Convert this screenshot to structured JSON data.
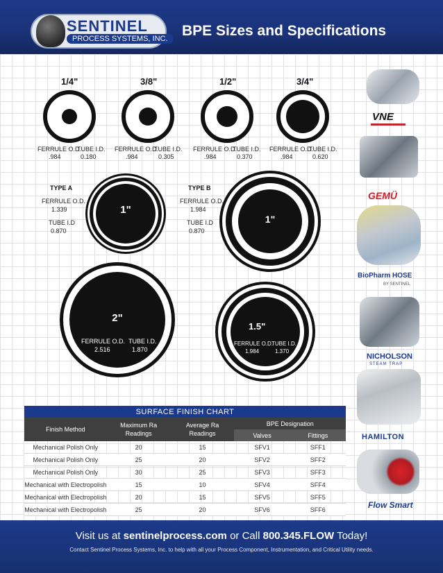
{
  "header": {
    "logo_name": "SENTINEL",
    "logo_sub": "PROCESS SYSTEMS, INC.",
    "title": "BPE Sizes and Specifications"
  },
  "small_sizes": [
    {
      "size": "1/4\"",
      "ferrule_label": "FERRULE O.D.",
      "ferrule_value": ".984",
      "tube_label": "TUBE I.D.",
      "tube_value": "0.180"
    },
    {
      "size": "3/8\"",
      "ferrule_label": "FERRULE O.D.",
      "ferrule_value": ".984",
      "tube_label": "TUBE I.D.",
      "tube_value": "0.305"
    },
    {
      "size": "1/2\"",
      "ferrule_label": "FERRULE O.D.",
      "ferrule_value": ".984",
      "tube_label": "TUBE I.D.",
      "tube_value": "0.370"
    },
    {
      "size": "3/4\"",
      "ferrule_label": "FERRULE O.D.",
      "ferrule_value": ".984",
      "tube_label": "TUBE I.D.",
      "tube_value": "0.620"
    }
  ],
  "type_a": {
    "type": "TYPE A",
    "ferrule_label": "FERRULE O.D.",
    "ferrule_value": "1.339",
    "tube_label": "TUBE I.D",
    "tube_value": "0.870",
    "size": "1\""
  },
  "type_b": {
    "type": "TYPE B",
    "ferrule_label": "FERRULE O.D.",
    "ferrule_value": "1.984",
    "tube_label": "TUBE I.D",
    "tube_value": "0.870",
    "size": "1\""
  },
  "size_2": {
    "size": "2\"",
    "ferrule_label": "FERRULE O.D.",
    "ferrule_value": "2.516",
    "tube_label": "TUBE I.D.",
    "tube_value": "1.870"
  },
  "size_15": {
    "size": "1.5\"",
    "ferrule_label": "FERRULE O.D.",
    "ferrule_value": "1.984",
    "tube_label": "TUBE I.D.",
    "tube_value": "1.370"
  },
  "brands": {
    "vne": "VNE",
    "gemu": "GEMÜ",
    "biopharm": "BioPharm HOSE",
    "biopharm_sub": "BY SENTINEL",
    "nicholson": "NICHOLSON",
    "nicholson_sub": "STEAM TRAP",
    "hamilton": "HAMILTON",
    "flowsmart": "Flow Smart"
  },
  "table": {
    "caption": "SURFACE FINISH CHART",
    "headers": {
      "finish_method": "Finish Method",
      "max_ra": "Maximum Ra Readings",
      "avg_ra": "Average Ra Readings",
      "bpe": "BPE Designation",
      "valves": "Valves",
      "fittings": "Fittings"
    },
    "rows": [
      {
        "method": "Mechanical Polish Only",
        "max": "20",
        "avg": "15",
        "valves": "SFV1",
        "fittings": "SFF1"
      },
      {
        "method": "Mechanical Polish Only",
        "max": "25",
        "avg": "20",
        "valves": "SFV2",
        "fittings": "SFF2"
      },
      {
        "method": "Mechanical Polish Only",
        "max": "30",
        "avg": "25",
        "valves": "SFV3",
        "fittings": "SFF3"
      },
      {
        "method": "Mechanical with Electropolish",
        "max": "15",
        "avg": "10",
        "valves": "SFV4",
        "fittings": "SFF4"
      },
      {
        "method": "Mechanical with Electropolish",
        "max": "20",
        "avg": "15",
        "valves": "SFV5",
        "fittings": "SFF5"
      },
      {
        "method": "Mechanical with Electropolish",
        "max": "25",
        "avg": "20",
        "valves": "SFV6",
        "fittings": "SFF6"
      }
    ]
  },
  "footer": {
    "visit": "Visit us at",
    "site": "sentinelprocess.com",
    "or_call": "or Call",
    "phone": "800.345.FLOW",
    "today": "Today!",
    "contact": "Contact Sentinel Process Systems, Inc. to help with all your Process Component, Instrumentation, and Critical Utility needs."
  }
}
